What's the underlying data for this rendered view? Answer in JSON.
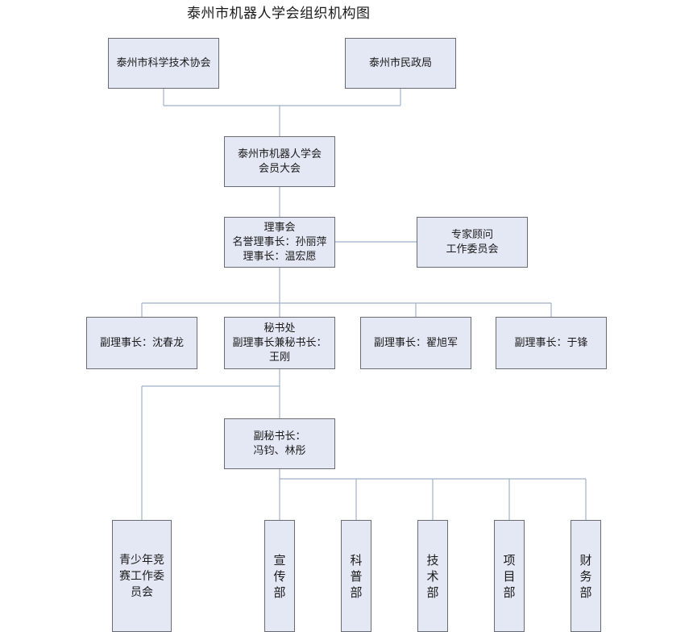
{
  "title": "泰州市机器人学会组织机构图",
  "nodes": {
    "science_assoc": "泰州市科学技术协会",
    "civil_affairs": "泰州市民政局",
    "general_assembly": "泰州市机器人学会\n会员大会",
    "council": "理事会\n名誉理事长：孙丽萍\n理事长：温宏愿",
    "expert_committee": "专家顾问\n工作委员会",
    "vp_shen": "副理事长：沈春龙",
    "secretariat": "秘书处\n副理事长兼秘书长：\n王刚",
    "vp_zhai": "副理事长：翟旭军",
    "vp_yu": "副理事长：于锋",
    "deputy_secretaries": "副秘书长：\n冯钧、林彤",
    "youth_committee": "青少年竞\n赛工作委\n员会",
    "dept_publicity": "宣传部",
    "dept_popularization": "科普部",
    "dept_technology": "技术部",
    "dept_projects": "项目部",
    "dept_finance": "财务部"
  },
  "colors": {
    "box_fill": "#e3e8f4",
    "box_border": "#6a6a72",
    "connector": "#9fb0c8"
  }
}
